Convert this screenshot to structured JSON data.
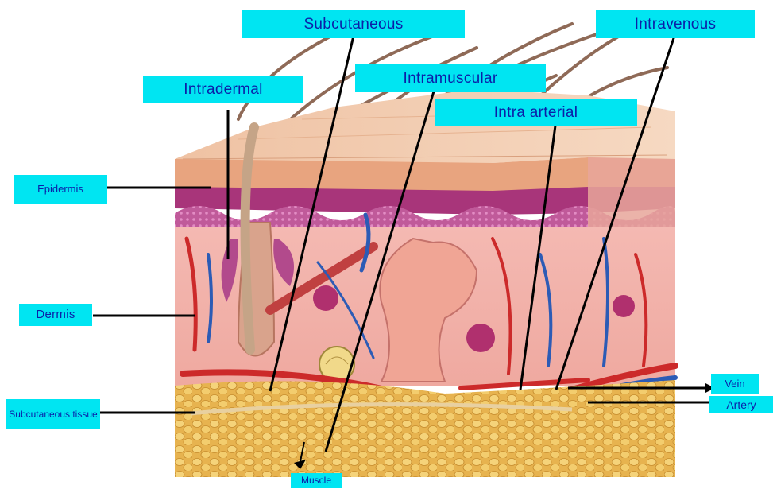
{
  "labels": {
    "subcutaneous_route": "Subcutaneous",
    "intravenous_route": "Intravenous",
    "intradermal_route": "Intradermal",
    "intramuscular_route": "Intramuscular",
    "intra_arterial_route": "Intra arterial",
    "epidermis": "Epidermis",
    "dermis": "Dermis",
    "subcutaneous_tissue": "Subcutaneous tissue",
    "vein": "Vein",
    "artery": "Artery",
    "muscle": "Muscle"
  },
  "colors": {
    "label_background": "#00e5f2",
    "label_text": "#0b1fa8",
    "pointer_lines": "#000000"
  }
}
